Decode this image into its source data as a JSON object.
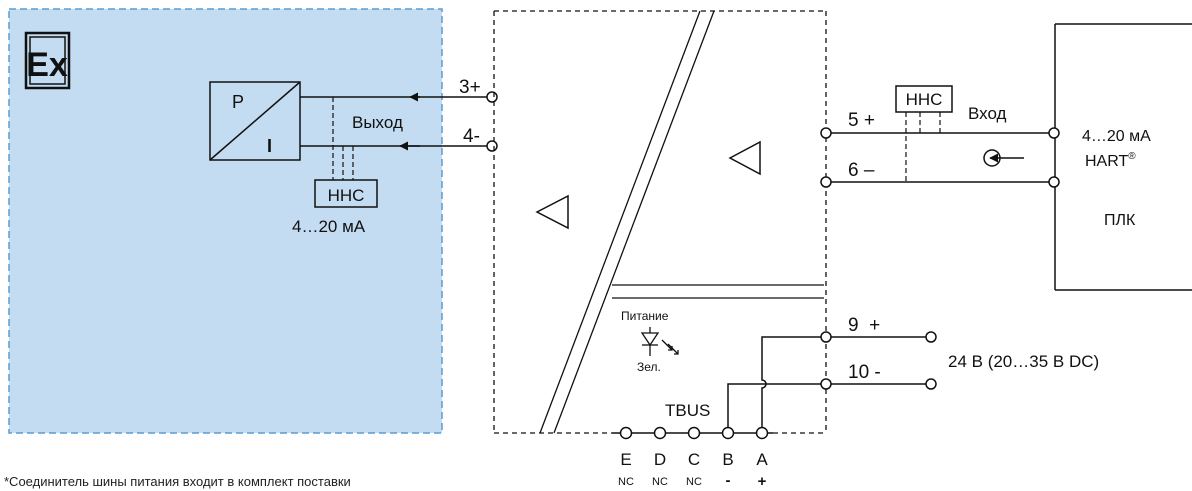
{
  "hazard_zone": {
    "ex_mark": "Ex",
    "fill_color": "#c3dcf1",
    "border_color": "#5b9bd5"
  },
  "transmitter": {
    "p_label": "P",
    "i_label": "I",
    "output_label": "Выход",
    "hhc_label": "ННС",
    "range_label": "4…20 мА"
  },
  "terminals_input": {
    "t3": "3+",
    "t4": "4-"
  },
  "terminals_output": {
    "t5": "5 +",
    "t6": "6 –",
    "t9": "9  +",
    "t10": "10 -"
  },
  "plc_side": {
    "hhc_label": "ННС",
    "input_label": "Вход",
    "range_label": "4…20 мА",
    "hart_label": "HART",
    "hart_mark": "®",
    "plc_label": "ПЛК"
  },
  "power": {
    "indicator_label": "Питание",
    "color_label": "Зел.",
    "supply_label": "24 В (20…35 В DC)",
    "tbus_label": "TBUS"
  },
  "bus_pins": [
    {
      "letter": "E",
      "sub": "NC"
    },
    {
      "letter": "D",
      "sub": "NC"
    },
    {
      "letter": "C",
      "sub": "NC"
    },
    {
      "letter": "B",
      "sub": "-"
    },
    {
      "letter": "A",
      "sub": "+"
    }
  ],
  "footnote": "*Соединитель шины питания входит в комплект поставки"
}
